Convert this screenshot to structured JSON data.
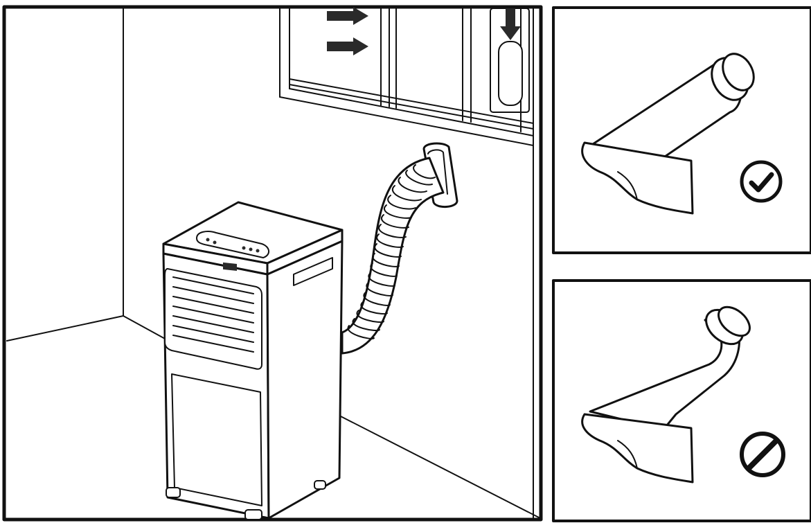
{
  "figure": {
    "panels": [
      {
        "id": "installation-scene",
        "depicts": [
          "portable-air-conditioner",
          "exhaust-hose",
          "window-slider-kit"
        ]
      },
      {
        "id": "hose-correct",
        "status_icon": "checkmark-circle-icon",
        "meaning": "correct"
      },
      {
        "id": "hose-incorrect",
        "status_icon": "prohibited-circle-icon",
        "meaning": "incorrect"
      }
    ],
    "airflow_arrows": [
      "right-arrow-icon",
      "right-arrow-icon",
      "down-arrow-icon"
    ],
    "colors": {
      "line": "#111111",
      "background": "#ffffff",
      "arrow": "#2a2a2a"
    }
  }
}
